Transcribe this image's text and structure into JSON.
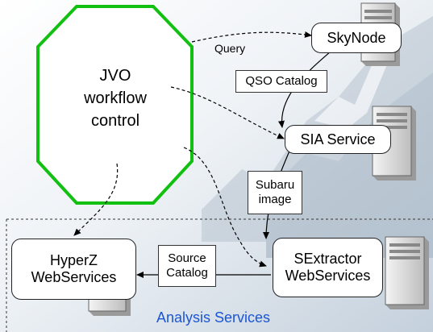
{
  "nodes": {
    "jvo": "JVO\nworkflow\ncontrol",
    "skynode": "SkyNode",
    "sia": "SIA Service",
    "hyperz": "HyperZ\nWebServices",
    "sextractor": "SExtractor\nWebServices"
  },
  "edge_labels": {
    "query": "Query",
    "qso_catalog": "QSO Catalog",
    "subaru_image": "Subaru\nimage",
    "source_catalog": "Source\nCatalog"
  },
  "group": {
    "analysis": "Analysis Services"
  },
  "colors": {
    "octagon_border": "#12c012",
    "group_label": "#1a56d6",
    "group_border": "#333333"
  }
}
